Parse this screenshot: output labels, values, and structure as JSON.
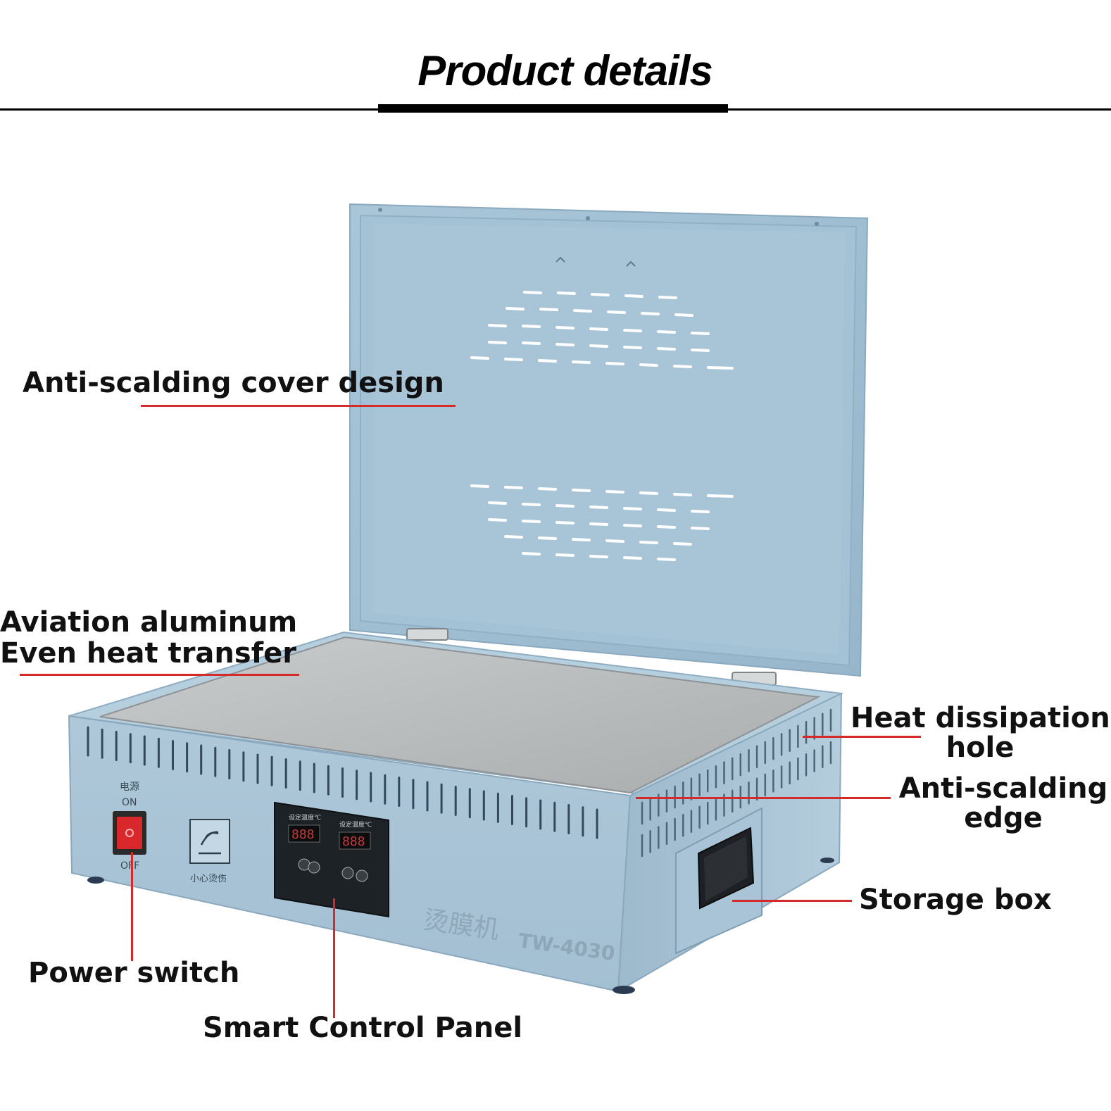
{
  "header": {
    "title": "Product details"
  },
  "product": {
    "brand_text": "烫膜机",
    "model_text": "TW-4030",
    "power_label_cn": "电源",
    "power_on": "ON",
    "power_off": "OFF",
    "caution_cn": "小心烫伤",
    "display_1": "888",
    "display_2": "888",
    "panel_title_1": "设定温度℃",
    "panel_title_2": "设定温度℃"
  },
  "labels": {
    "cover": "Anti-scalding cover design",
    "plate_line1": "Aviation aluminum",
    "plate_line2": "Even heat transfer",
    "heat_line1": "Heat dissipation",
    "heat_line2": "hole",
    "edge_line1": "Anti-scalding",
    "edge_line2": "edge",
    "storage": "Storage box",
    "power": "Power switch",
    "panel": "Smart Control Panel"
  },
  "colors": {
    "body": "#a9c4d6",
    "lid": "#9fbdd1",
    "lid_inner": "#a6c3d6",
    "plate": "#b9bcbd",
    "leader": "#d52a2a",
    "switch": "#d8282c"
  }
}
